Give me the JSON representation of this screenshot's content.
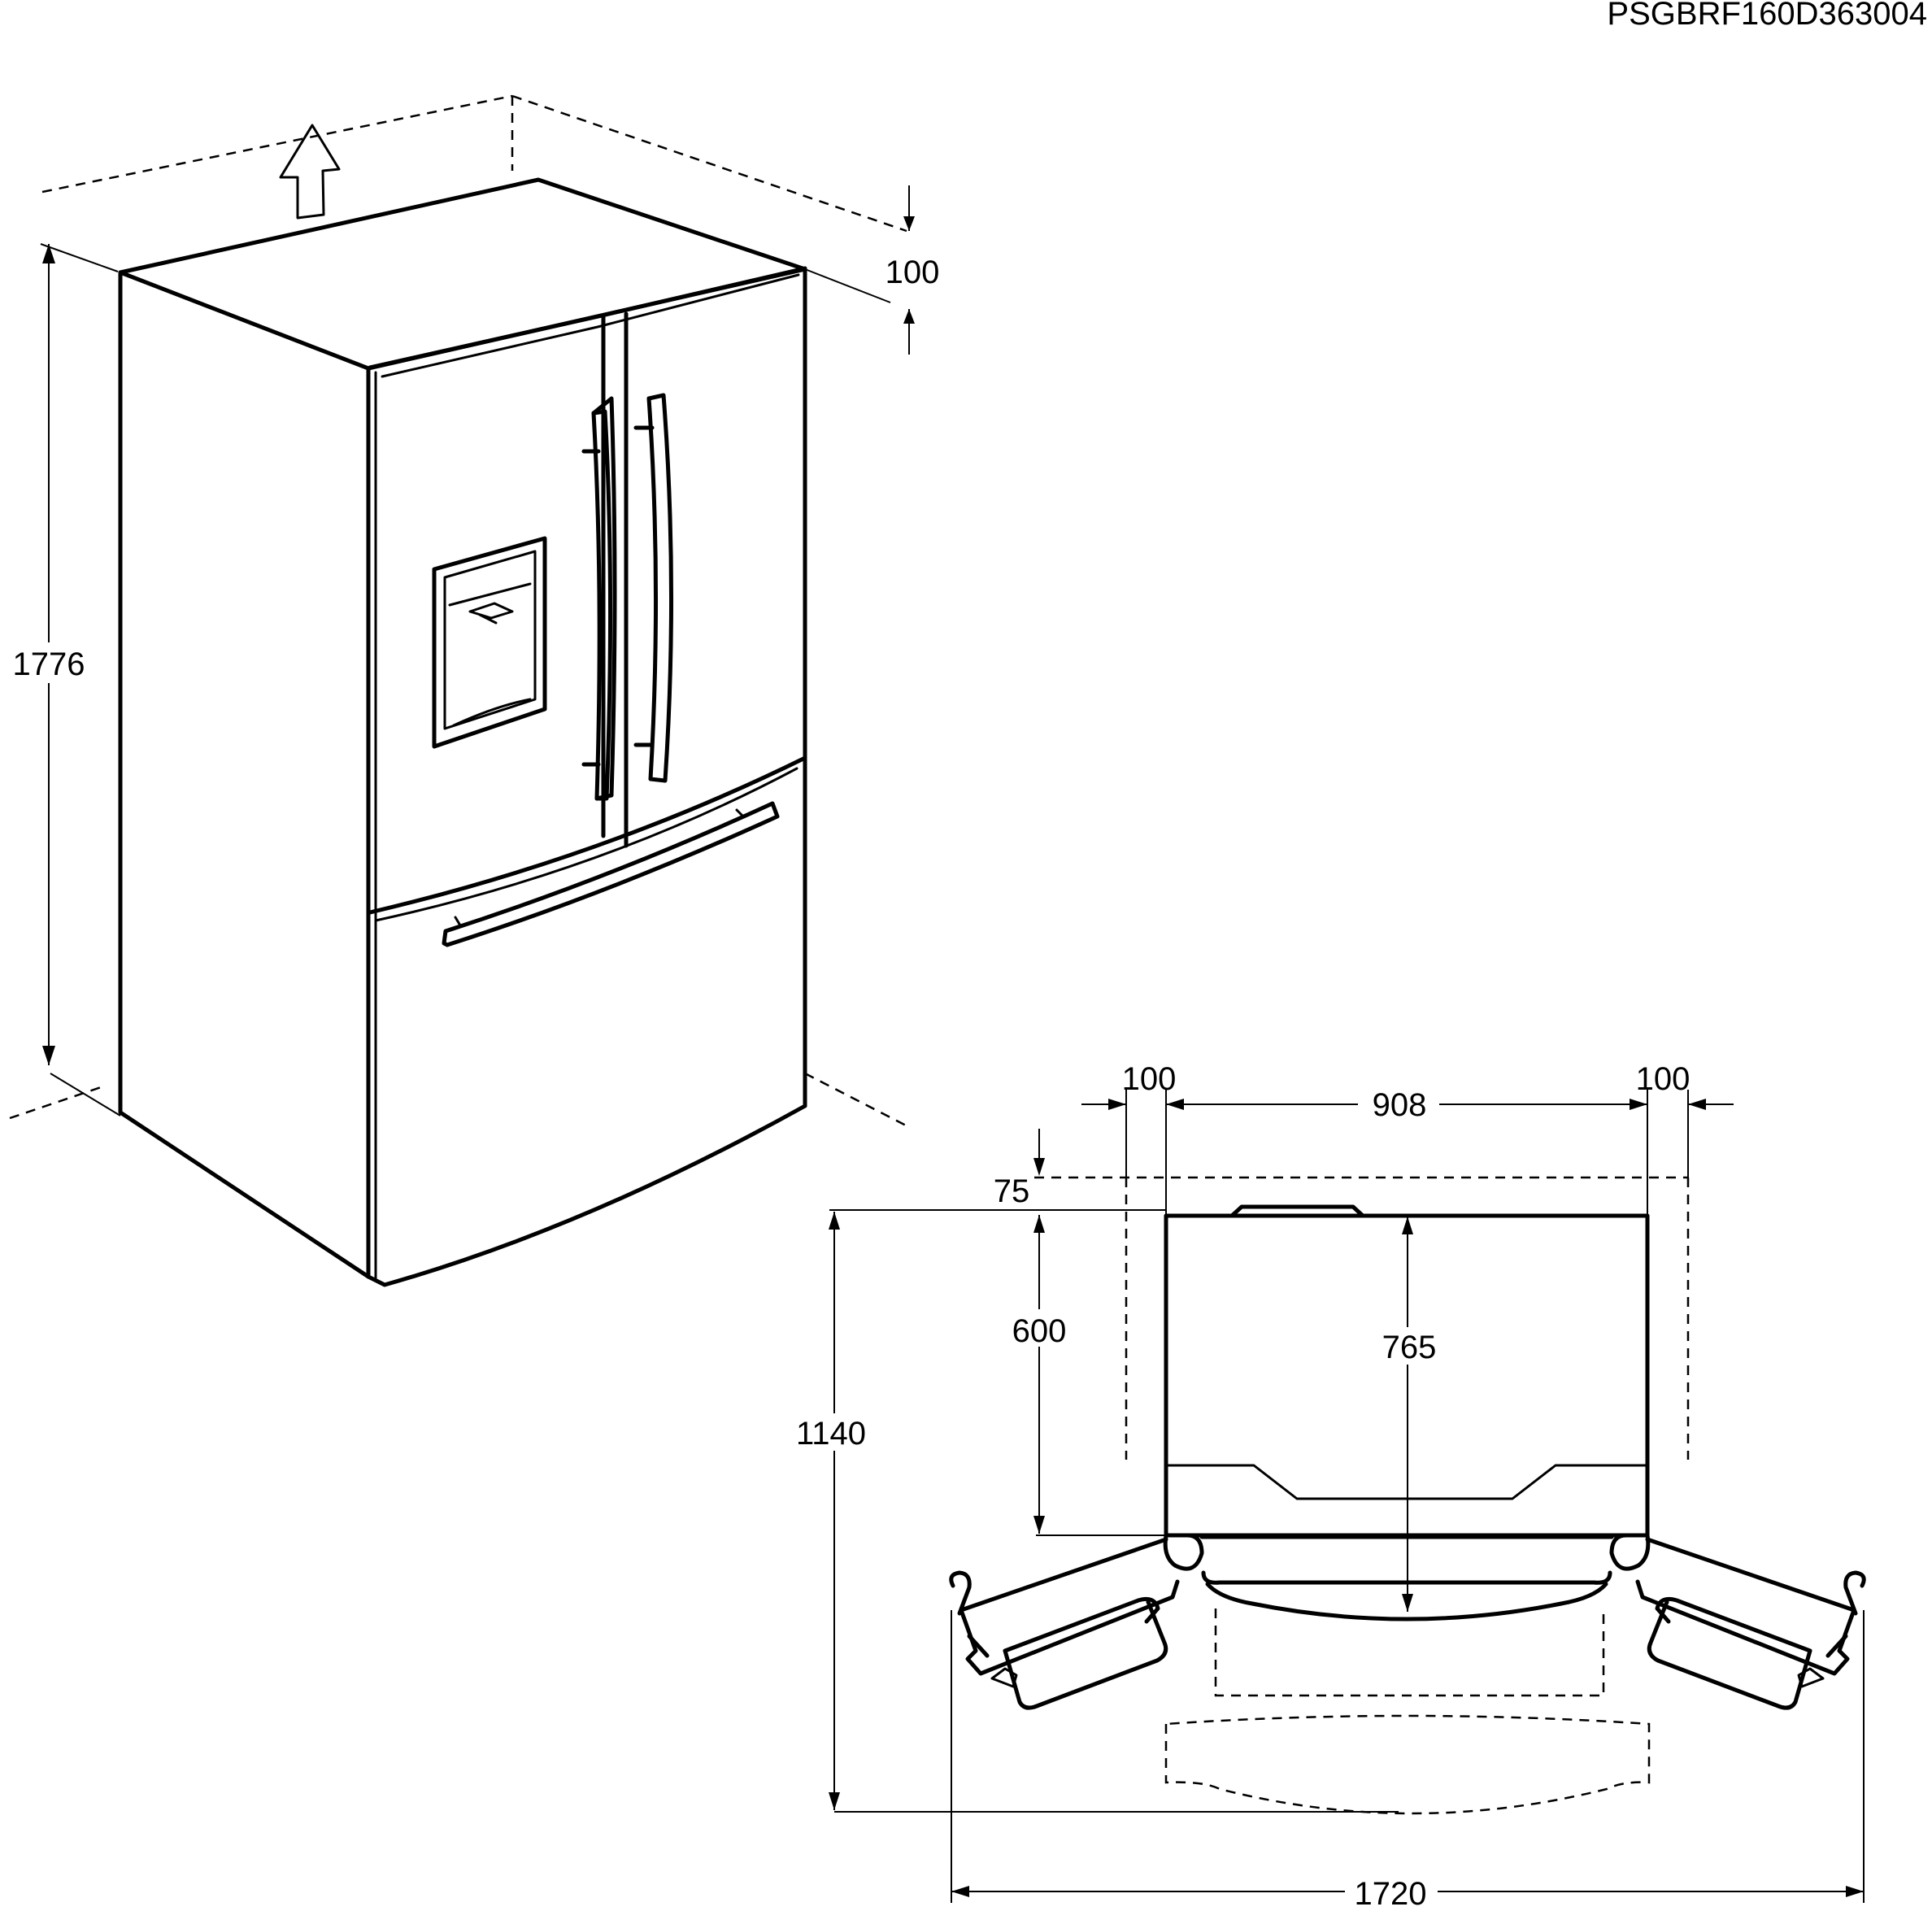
{
  "document_code": "PSGBRF160D363004",
  "dimensions": {
    "height": "1776",
    "top_clearance": "100",
    "side_clearance_left": "100",
    "width": "908",
    "side_clearance_right": "100",
    "rear_clearance": "75",
    "depth_without_door": "600",
    "depth_total": "765",
    "depth_door_open": "1140",
    "width_doors_open": "1720"
  }
}
